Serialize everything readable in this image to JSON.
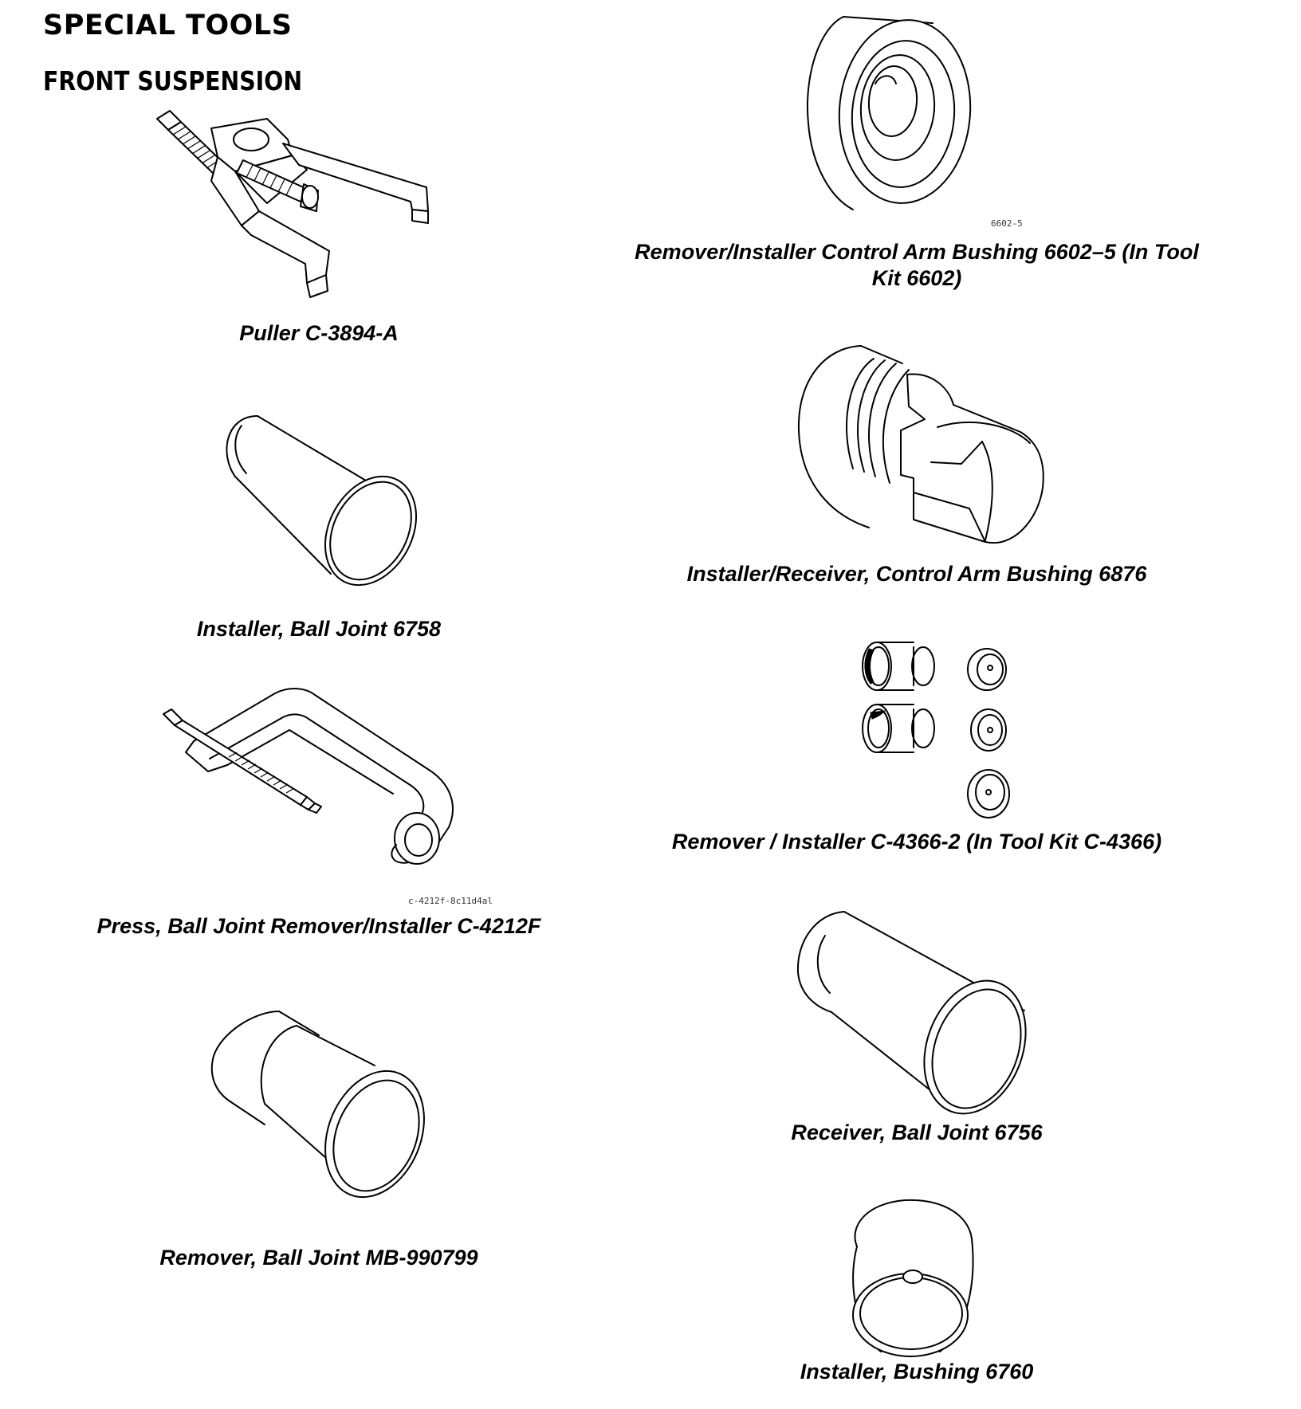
{
  "header": {
    "title": "SPECIAL TOOLS",
    "section": "FRONT SUSPENSION"
  },
  "tools": {
    "puller": {
      "caption": "Puller C-3894-A",
      "icon": "puller-icon"
    },
    "ball_joint_installer": {
      "caption": "Installer, Ball Joint 6758",
      "icon": "cylinder-sleeve-icon"
    },
    "press": {
      "caption": "Press, Ball Joint Remover/Installer C-4212F",
      "code": "c-4212f-8c11d4al",
      "icon": "c-clamp-press-icon"
    },
    "ball_joint_remover": {
      "caption": "Remover, Ball Joint MB-990799",
      "icon": "stepped-cup-icon"
    },
    "control_arm_bushing_remover": {
      "caption": "Remover/Installer Control Arm Bushing 6602–5 (In Tool Kit 6602)",
      "code": "6602-5",
      "icon": "bushing-cup-icon"
    },
    "control_arm_bushing_installer": {
      "caption": "Installer/Receiver, Control Arm Bushing 6876",
      "icon": "notched-receiver-icon"
    },
    "c4366_kit": {
      "caption": "Remover / Installer C-4366-2 (In Tool Kit C-4366)",
      "icon": "adapter-set-icon"
    },
    "ball_joint_receiver": {
      "caption": "Receiver, Ball Joint 6756",
      "icon": "receiver-cylinder-icon"
    },
    "bushing_installer": {
      "caption": "Installer, Bushing 6760",
      "icon": "bushing-cup-icon"
    }
  }
}
